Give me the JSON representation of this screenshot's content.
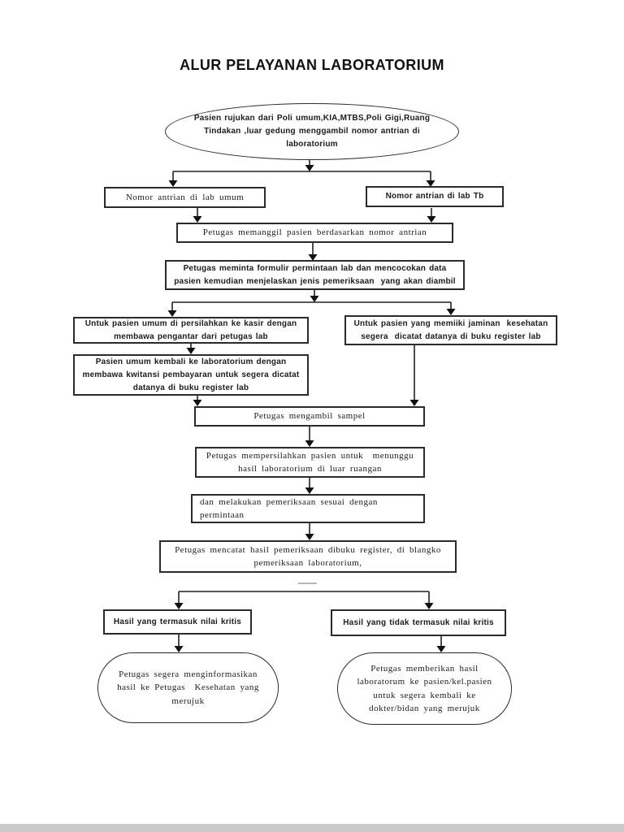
{
  "page": {
    "title": "ALUR PELAYANAN LABORATORIUM",
    "background": "#ffffff",
    "ink": "#1c1c1c",
    "line_color": "#222222"
  },
  "flowchart": {
    "start": "Pasien rujukan dari Poli umum,KIA,MTBS,Poli Gigi,Ruang Tindakan ,luar gedung menggambil nomor antrian di laboratorium",
    "queue_umum": "Nomor antrian di lab umum",
    "queue_tb": "Nomor antrian di lab Tb",
    "call_patient": "Petugas memanggil pasien berdasarkan nomor antrian",
    "check_form": "Petugas meminta formulir permintaan lab dan mencocokan data pasien kemudian menjelaskan jenis pemeriksaan  yang akan diambil",
    "cashier": "Untuk pasien umum di persilahkan ke kasir dengan membawa pengantar dari petugas lab",
    "insurance": "Untuk pasien yang memiiki jaminan  kesehatan segera  dicatat datanya di buku register lab",
    "return_lab": "Pasien umum kembali ke laboratorium dengan membawa kwitansi pembayaran untuk segera dicatat datanya di buku register lab",
    "take_sample": "Petugas mengambil sampel",
    "wait_outside": "Petugas mempersilahkan pasien untuk  menunggu hasil laboratorium di luar ruangan",
    "do_exam": "dan melakukan pemeriksaan sesuai dengan permintaan",
    "record_result": "Petugas mencatat hasil pemeriksaan dibuku register, di blangko pemeriksaan laboratorium,",
    "critical": "Hasil yang termasuk nilai kritis",
    "not_critical": "Hasil yang tidak termasuk nilai kritis",
    "end_critical": "Petugas segera menginformasikan hasil ke Petugas  Kesehatan yang merujuk",
    "end_not_critical": "Petugas memberikan hasil laboratorum ke pasien/kel.pasien untuk segera kembali ke dokter/bidan yang merujuk"
  }
}
